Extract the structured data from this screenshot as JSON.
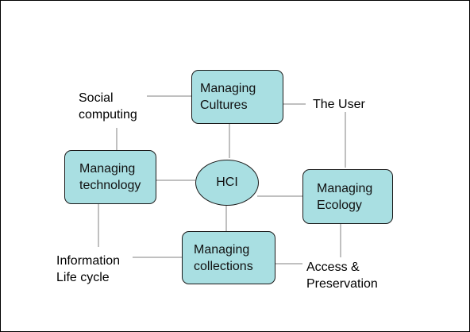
{
  "center": {
    "label": "HCI"
  },
  "boxes": {
    "cultures": {
      "lines": [
        "Managing",
        "Cultures"
      ]
    },
    "technology": {
      "lines": [
        "Managing",
        "technology"
      ]
    },
    "ecology": {
      "lines": [
        "Managing",
        "Ecology"
      ]
    },
    "collections": {
      "lines": [
        "Managing",
        "collections"
      ]
    }
  },
  "labels": {
    "social": {
      "lines": [
        "Social",
        "computing"
      ]
    },
    "user": {
      "lines": [
        "The User"
      ]
    },
    "information": {
      "lines": [
        "Information",
        "Life cycle"
      ]
    },
    "access": {
      "lines": [
        "Access &",
        "Preservation"
      ]
    }
  },
  "colors": {
    "node_fill": "#a9dfe2",
    "node_border": "#1a1a1a",
    "connector": "#808080"
  }
}
